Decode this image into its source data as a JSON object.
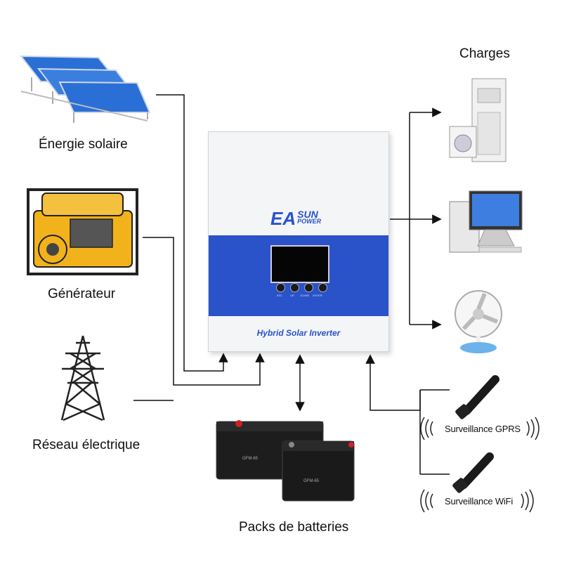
{
  "sources": {
    "solar": "Énergie solaire",
    "generator": "Générateur",
    "grid": "Réseau électrique"
  },
  "loads_title": "Charges",
  "battery_label": "Packs de batteries",
  "monitoring": {
    "gprs": "Surveillance GPRS",
    "wifi": "Surveillance WiFi"
  },
  "inverter": {
    "brand_main": "EA",
    "brand_sun": "SUN",
    "brand_power": "POWER",
    "model": "Hybrid Solar Inverter",
    "buttons": [
      "ESC",
      "UP",
      "DOWN",
      "ENTER"
    ]
  },
  "batteries": {
    "model_back": "GFM-65",
    "model_front": "GFM-65"
  },
  "colors": {
    "inverter_blue": "#2a52c9",
    "generator_yellow": "#f2b21b",
    "solar_blue": "#2a6fd6",
    "line": "#111111"
  }
}
